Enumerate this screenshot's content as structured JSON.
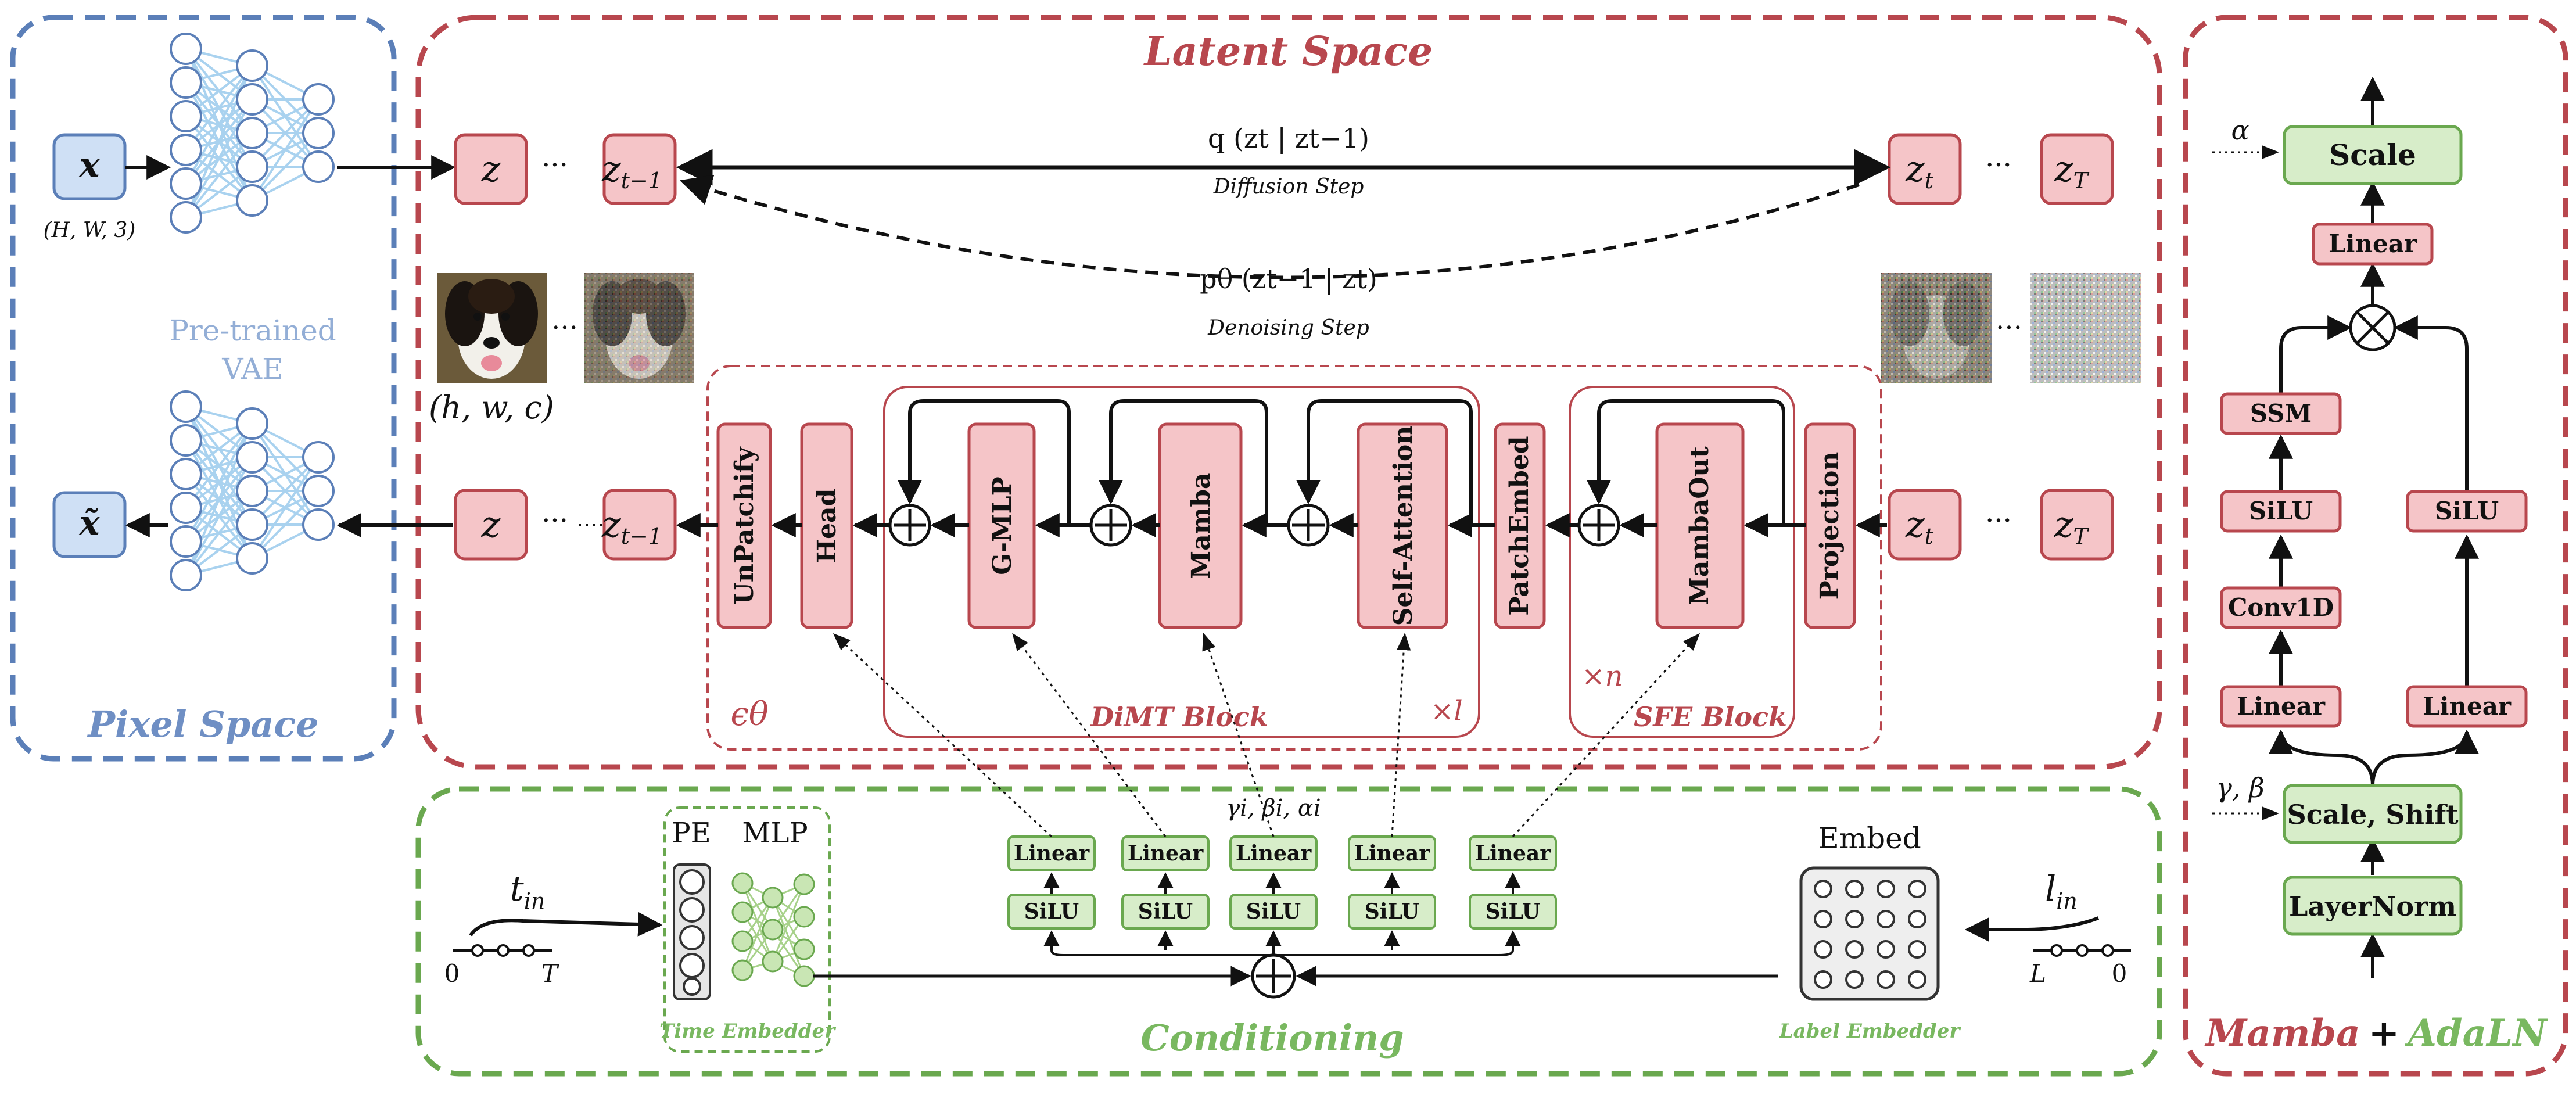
{
  "regions": {
    "pixel_space": "Pixel Space",
    "latent_space": "Latent Space",
    "conditioning": "Conditioning",
    "mamba_adaln": {
      "part1": "Mamba",
      "part2": "+",
      "part3": "AdaLN"
    }
  },
  "vae": {
    "label_line1": "Pre-trained",
    "label_line2": "VAE",
    "input_symbol": "x",
    "input_shape": "(H, W, 3)",
    "output_symbol": "x̃"
  },
  "latent": {
    "z": "z",
    "z_prev": "z",
    "z_prev_sub": "t−1",
    "z_t": "z",
    "z_t_sub": "t",
    "z_T": "z",
    "z_T_sub": "T",
    "diffusion_formula": "q (zt | zt−1)",
    "diffusion_label": "Diffusion Step",
    "denoising_formula": "pθ (zt−1 | zt)",
    "denoising_label": "Denoising Step",
    "latent_shape": "(h, w, c)",
    "ellipsis": "···"
  },
  "network": {
    "epsilon": "ϵθ",
    "blocks": {
      "unpatchify": "UnPatchify",
      "head": "Head",
      "gmlp": "G-MLP",
      "mamba": "Mamba",
      "self_attention": "Self-Attention",
      "patch_embed": "PatchEmbed",
      "mamba_out": "MambaOut",
      "projection": "Projection"
    },
    "dimt_block": "DiMT Block",
    "dimt_repeat": "×l",
    "sfe_block": "SFE Block",
    "sfe_repeat": "×n"
  },
  "conditioning": {
    "t_in": "t",
    "t_in_sub": "in",
    "t_axis_start": "0",
    "t_axis_end": "T",
    "pe": "PE",
    "mlp": "MLP",
    "time_embedder": "Time Embedder",
    "adaln_params": "γi, βi, αi",
    "linear": "Linear",
    "silu": "SiLU",
    "embed": "Embed",
    "label_embedder": "Label Embedder",
    "l_in": "l",
    "l_in_sub": "in",
    "l_axis_start": "L",
    "l_axis_end": "0"
  },
  "mamba_panel": {
    "alpha": "α",
    "scale": "Scale",
    "linear_top": "Linear",
    "ssm": "SSM",
    "silu_left": "SiLU",
    "silu_right": "SiLU",
    "conv1d": "Conv1D",
    "linear_left": "Linear",
    "linear_right": "Linear",
    "gamma_beta": "γ, β",
    "scale_shift": "Scale, Shift",
    "layernorm": "LayerNorm"
  },
  "colors": {
    "red_stroke": "#b8474e",
    "red_fill": "#f5c5c8",
    "blue_stroke": "#5b7fb8",
    "blue_fill": "#cfe0f5",
    "green_stroke": "#6aa84f",
    "green_fill": "#d7edc9",
    "title_red": "#b8474e",
    "title_blue": "#6f8fc4",
    "title_green": "#79b860"
  }
}
